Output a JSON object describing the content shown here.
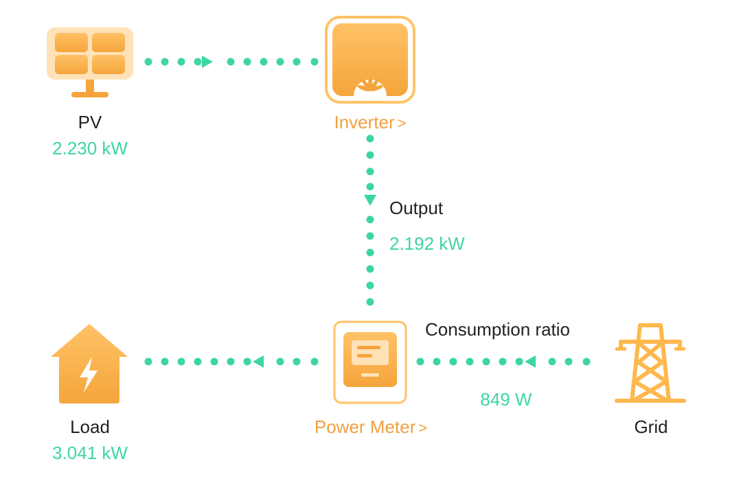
{
  "colors": {
    "accent_orange": "#f5a53c",
    "accent_orange_light": "#ffc266",
    "flow_teal": "#3dd6a0",
    "text_dark": "#222222"
  },
  "nodes": {
    "pv": {
      "label": "PV",
      "value": "2.230 kW",
      "icon": "solar-panel-icon"
    },
    "inverter": {
      "label": "Inverter",
      "chevron": ">",
      "icon": "inverter-icon"
    },
    "load": {
      "label": "Load",
      "value": "3.041 kW",
      "icon": "house-lightning-icon"
    },
    "power_meter": {
      "label": "Power Meter",
      "chevron": ">",
      "icon": "power-meter-icon"
    },
    "grid": {
      "label": "Grid",
      "icon": "transmission-tower-icon"
    }
  },
  "flows": {
    "output": {
      "label": "Output",
      "value": "2.192 kW"
    },
    "grid_to_meter": {
      "label": "Consumption ratio",
      "value": "849 W"
    }
  }
}
